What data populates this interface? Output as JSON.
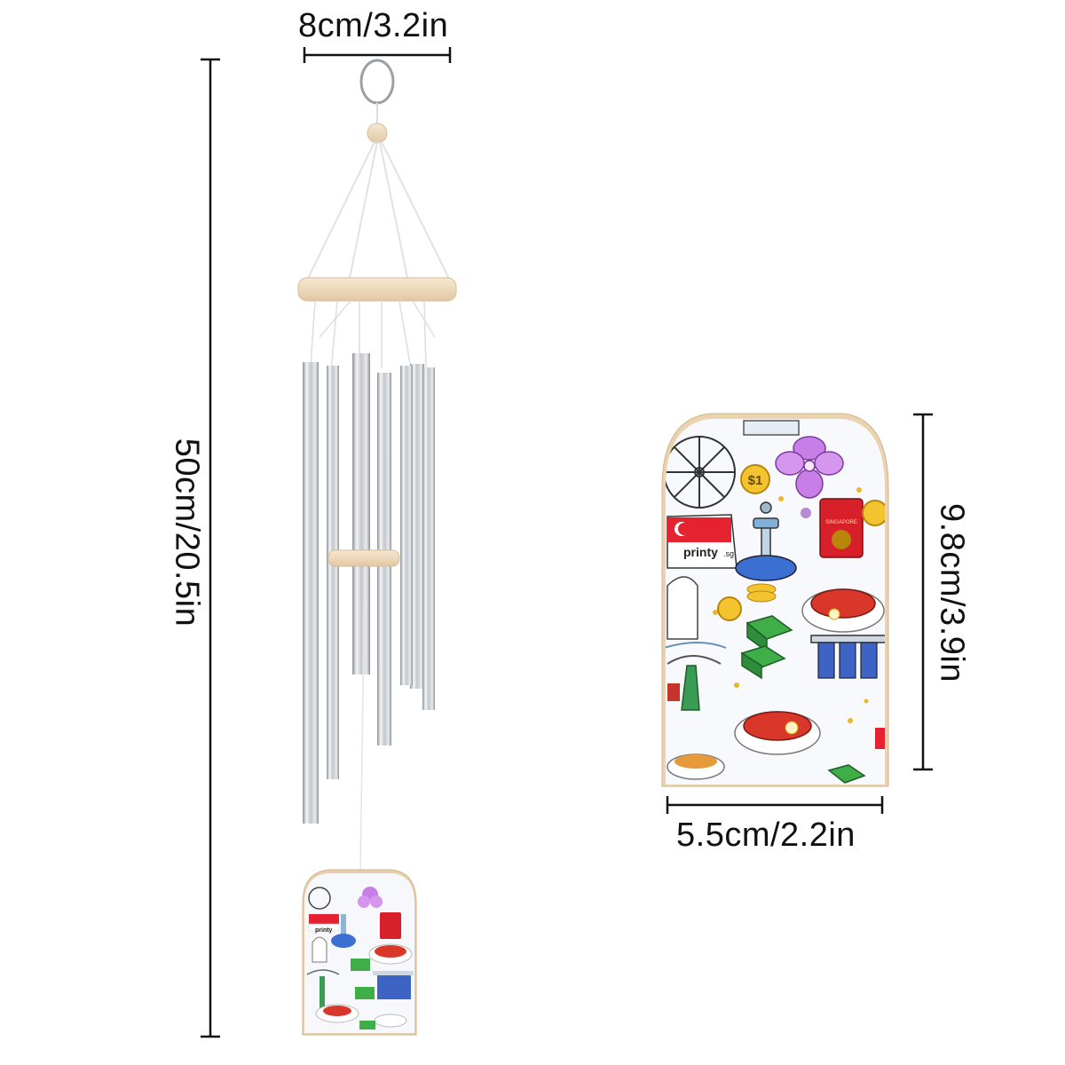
{
  "dimensions": {
    "chime_width": "8cm/3.2in",
    "chime_height": "50cm/20.5in",
    "sail_height": "9.8cm/3.9in",
    "sail_width": "5.5cm/2.2in"
  },
  "sail_print": {
    "brand_text": "printy",
    "brand_suffix": ".sg",
    "passport_text": "SINGAPORE",
    "coin_text": "$1"
  },
  "colors": {
    "metal": "#c8ccd0",
    "wood": "#f0dcc0",
    "dimension_line": "#111111",
    "flag_red": "#e52330",
    "leaf_green": "#3fae49",
    "orchid": "#c77ee6"
  }
}
